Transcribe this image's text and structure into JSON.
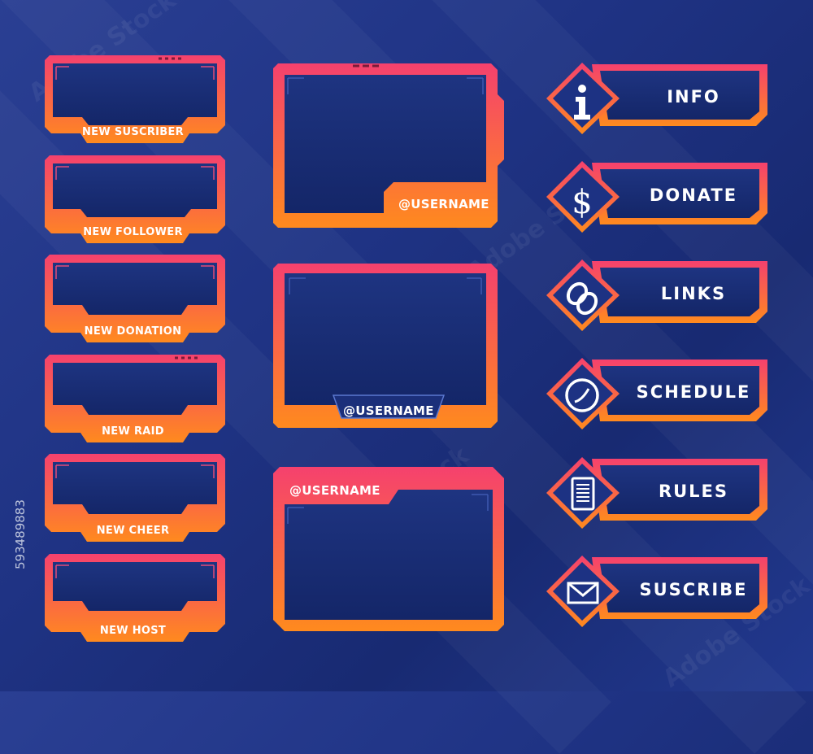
{
  "alerts": [
    {
      "label": "NEW SUSCRIBER"
    },
    {
      "label": "NEW FOLLOWER"
    },
    {
      "label": "NEW DONATION"
    },
    {
      "label": "NEW RAID"
    },
    {
      "label": "NEW CHEER"
    },
    {
      "label": "NEW HOST"
    }
  ],
  "cams": [
    {
      "username": "@USERNAME"
    },
    {
      "username": "@USERNAME"
    },
    {
      "username": "@USERNAME"
    }
  ],
  "panels": [
    {
      "label": "INFO",
      "icon": "info-icon"
    },
    {
      "label": "DONATE",
      "icon": "dollar-icon"
    },
    {
      "label": "LINKS",
      "icon": "link-icon"
    },
    {
      "label": "SCHEDULE",
      "icon": "clock-icon"
    },
    {
      "label": "RULES",
      "icon": "document-icon"
    },
    {
      "label": "SUSCRIBE",
      "icon": "mail-icon"
    }
  ],
  "watermark": {
    "stock_id": "593489883",
    "brand": "Adobe Stock"
  },
  "colors": {
    "accent_top": "#f5416e",
    "accent_bottom": "#ff8a1e",
    "panel_fill": "#1b2f7a"
  }
}
